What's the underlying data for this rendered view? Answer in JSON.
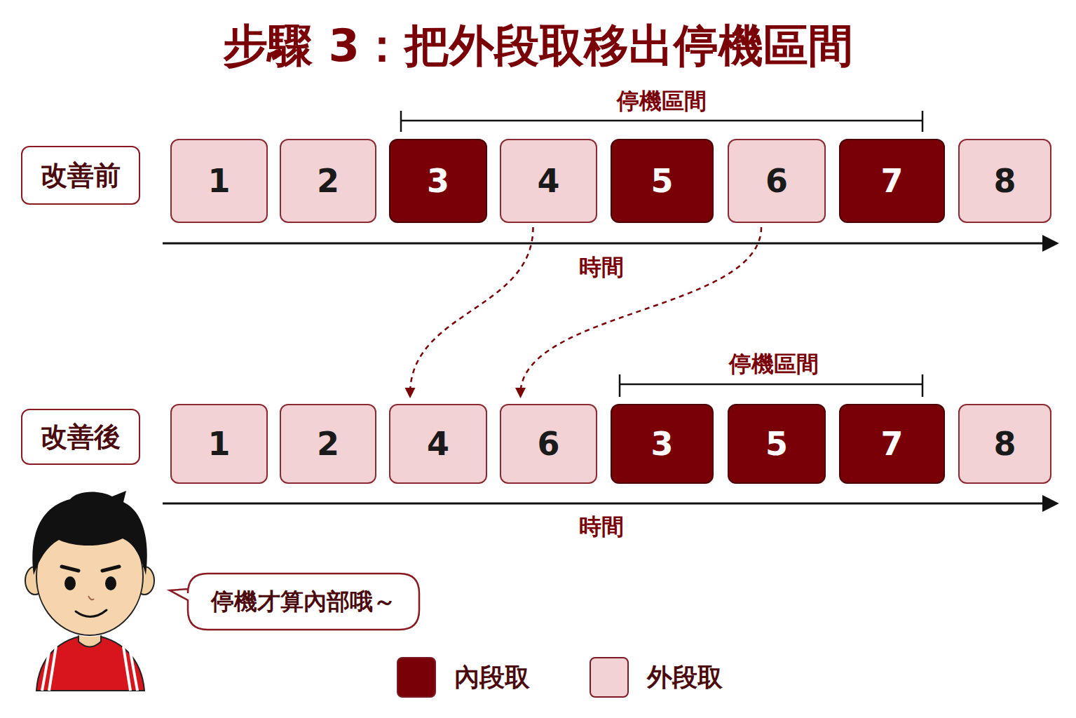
{
  "diagram": {
    "title": "步驟 3：把外段取移出停機區間",
    "nodes": [
      {
        "text": [
          "改善前"
        ]
      },
      {
        "text": [
          "1"
        ]
      },
      {
        "text": [
          "2"
        ]
      },
      {
        "text": [
          "3"
        ]
      },
      {
        "text": [
          "4"
        ]
      },
      {
        "text": [
          "5"
        ]
      },
      {
        "text": [
          "6"
        ]
      },
      {
        "text": [
          "7"
        ]
      },
      {
        "text": [
          "8"
        ]
      },
      {
        "text": [
          "改善後"
        ]
      },
      {
        "text": [
          "1"
        ]
      },
      {
        "text": [
          "2"
        ]
      },
      {
        "text": [
          "4"
        ]
      },
      {
        "text": [
          "6"
        ]
      },
      {
        "text": [
          "3"
        ]
      },
      {
        "text": [
          "5"
        ]
      },
      {
        "text": [
          "7"
        ]
      },
      {
        "text": [
          "8"
        ]
      },
      {
        "text": [
          "停機才算內部哦～"
        ]
      }
    ],
    "edges": [
      {
        "from": 4,
        "to": 12,
        "arrow": "to"
      },
      {
        "from": 6,
        "to": 13,
        "arrow": "to"
      }
    ],
    "labels": [
      "停機區間",
      "時間",
      "停機區間",
      "時間"
    ],
    "legend": [
      {
        "text": "內段取",
        "color": "#7a0008"
      },
      {
        "text": "外段取",
        "color": "#f2d2d5"
      }
    ]
  }
}
